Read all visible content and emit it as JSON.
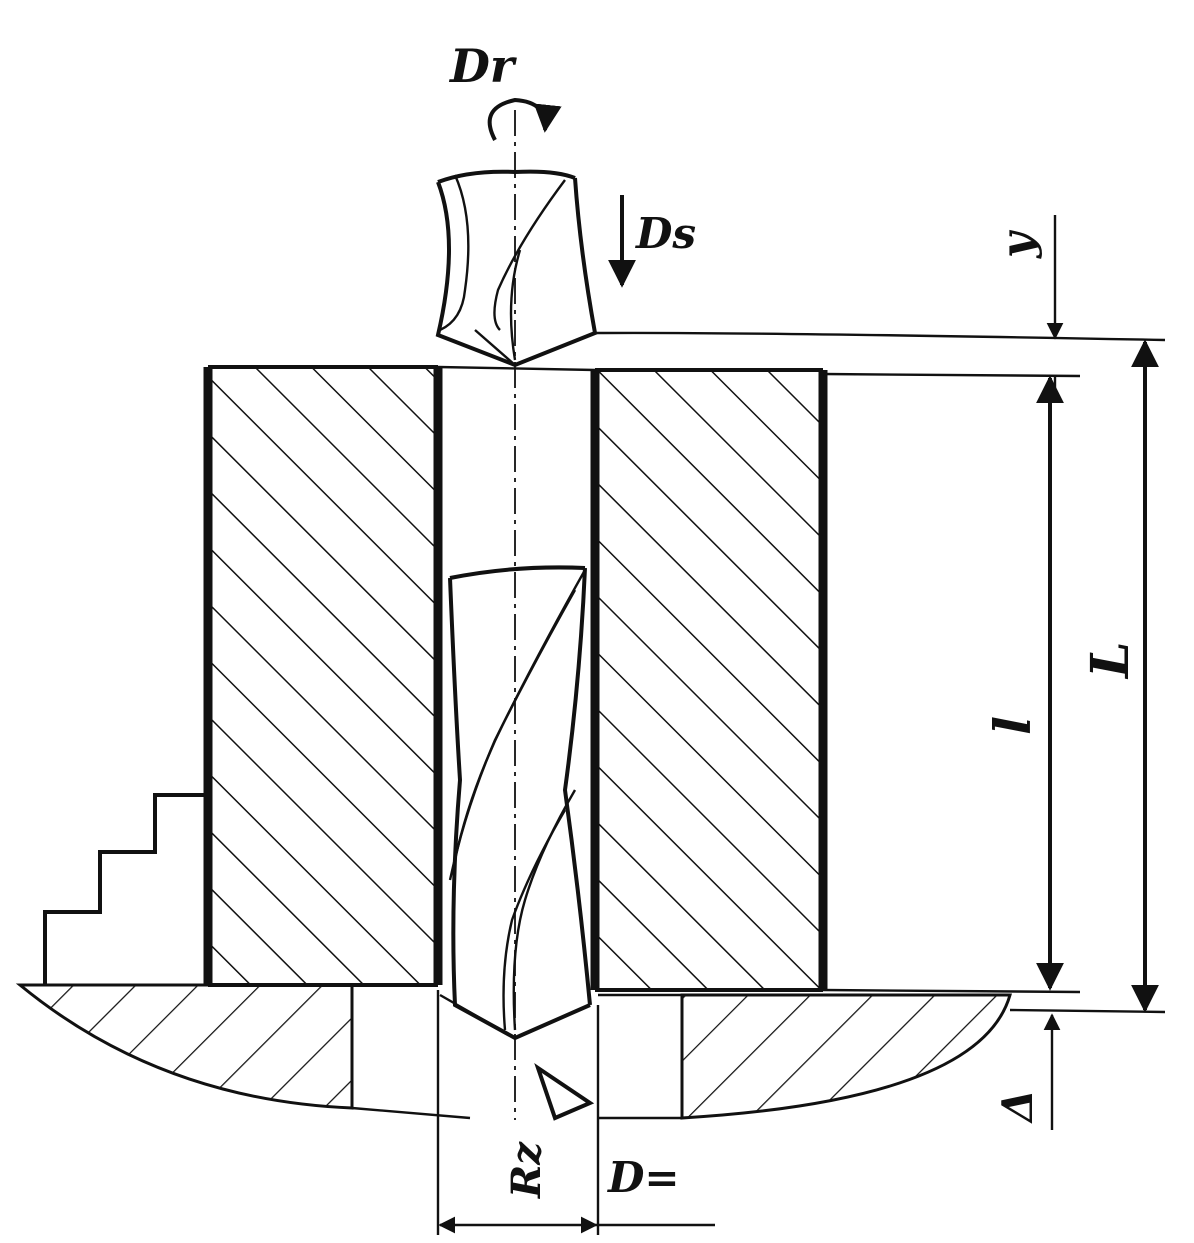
{
  "labels": {
    "rotation": "Dr",
    "feed": "Ds",
    "approach": "y",
    "hole_length": "l",
    "total_length": "L",
    "overrun": "Δ",
    "roughness": "Rz",
    "diameter": "D="
  },
  "colors": {
    "ink": "#111111",
    "paper": "#ffffff"
  }
}
